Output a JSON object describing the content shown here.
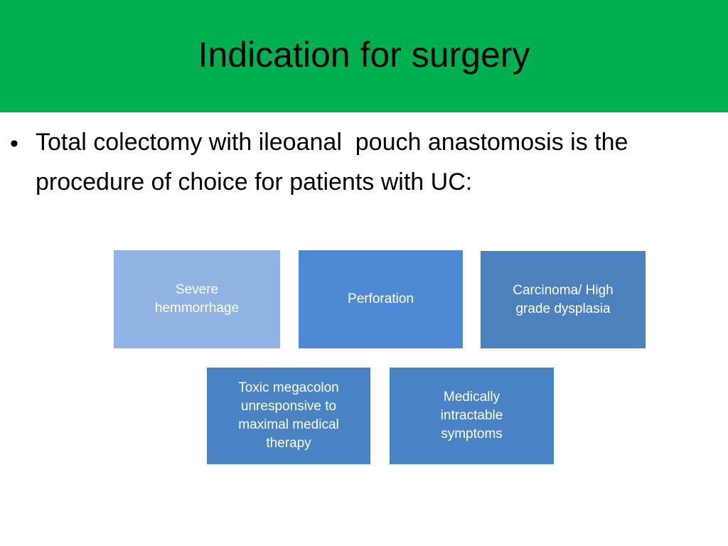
{
  "slide": {
    "title": "Indication for surgery",
    "title_banner_color": "#00B050",
    "background_color": "#FFFFFF",
    "title_text_color": "#000000"
  },
  "body": {
    "bullets": [
      {
        "marker": "•",
        "text": "Total colectomy with ileoanal  pouch anastomosis is the procedure of choice for patients with UC:"
      }
    ]
  },
  "diagram": {
    "row1": [
      {
        "label": "Severe\nhemmorrhage",
        "color": "#8FB4E3",
        "text_color": "#FFFFFF"
      },
      {
        "label": "Perforation",
        "color": "#4E8AD4",
        "text_color": "#FFFFFF"
      },
      {
        "label": "Carcinoma/ High\ngrade dysplasia",
        "color": "#4B82BE",
        "text_color": "#FFFFFF"
      }
    ],
    "row2": [
      {
        "label": "Toxic megacolon\nunresponsive to\nmaximal medical\ntherapy",
        "color": "#4A83C4",
        "text_color": "#FFFFFF"
      },
      {
        "label": "Medically\nintractable\nsymptoms",
        "color": "#4A83C4",
        "text_color": "#FFFFFF"
      }
    ]
  }
}
